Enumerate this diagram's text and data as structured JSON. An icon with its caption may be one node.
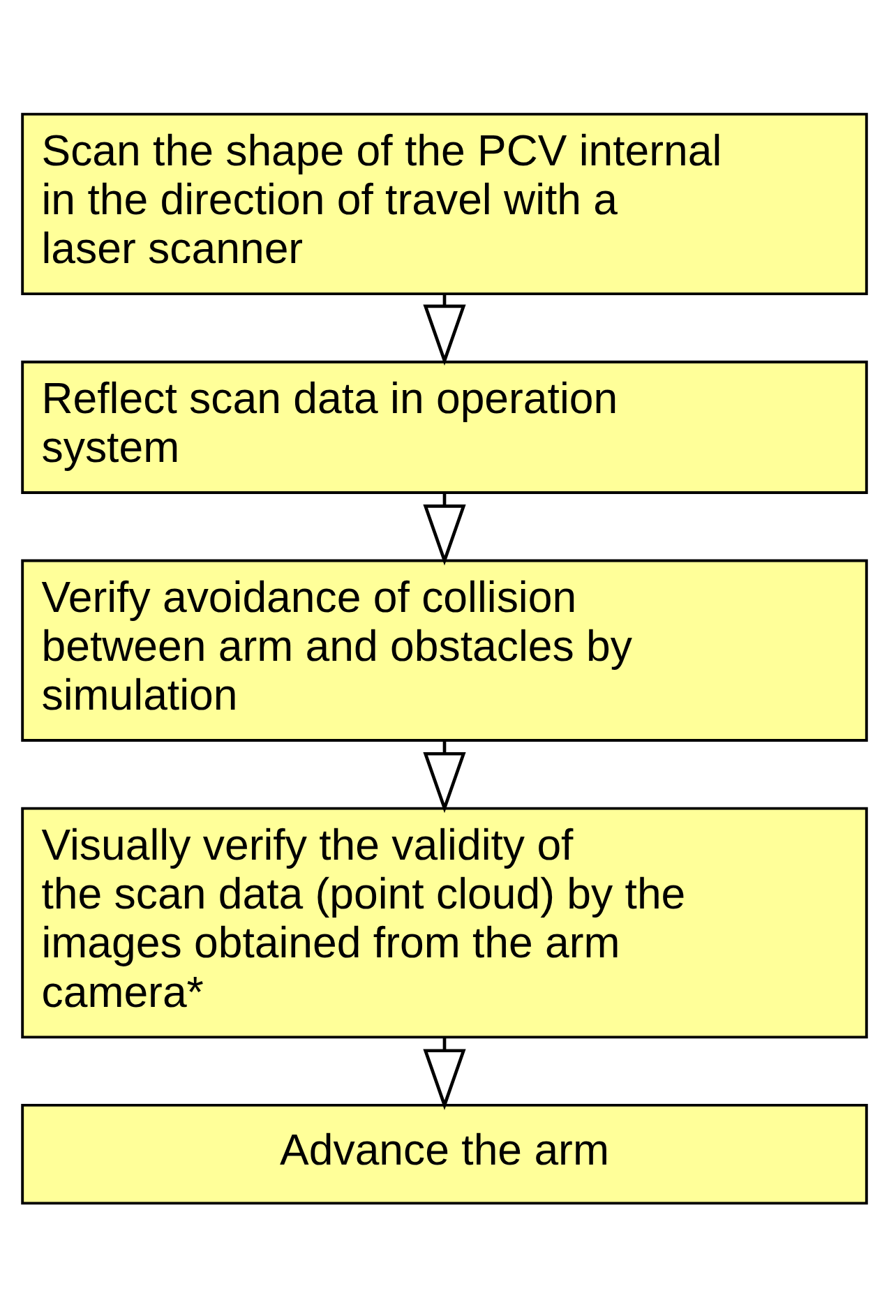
{
  "diagram": {
    "nodes": [
      {
        "text": [
          "Scan the shape of the PCV internal in the direction of travel with a laser scanner"
        ]
      },
      {
        "text": [
          "Reflect scan data in operation system"
        ]
      },
      {
        "text": [
          "Verify avoidance of collision between arm and obstacles by simulation"
        ]
      },
      {
        "text": [
          "Visually verify the validity of the scan data (point cloud) by the images obtained from the arm camera*"
        ]
      },
      {
        "text": [
          "Advance the arm"
        ]
      }
    ],
    "edges": [
      {
        "from": 0,
        "to": 1,
        "arrow": "to"
      },
      {
        "from": 1,
        "to": 2,
        "arrow": "to"
      },
      {
        "from": 2,
        "to": 3,
        "arrow": "to"
      },
      {
        "from": 3,
        "to": 4,
        "arrow": "to"
      }
    ]
  }
}
